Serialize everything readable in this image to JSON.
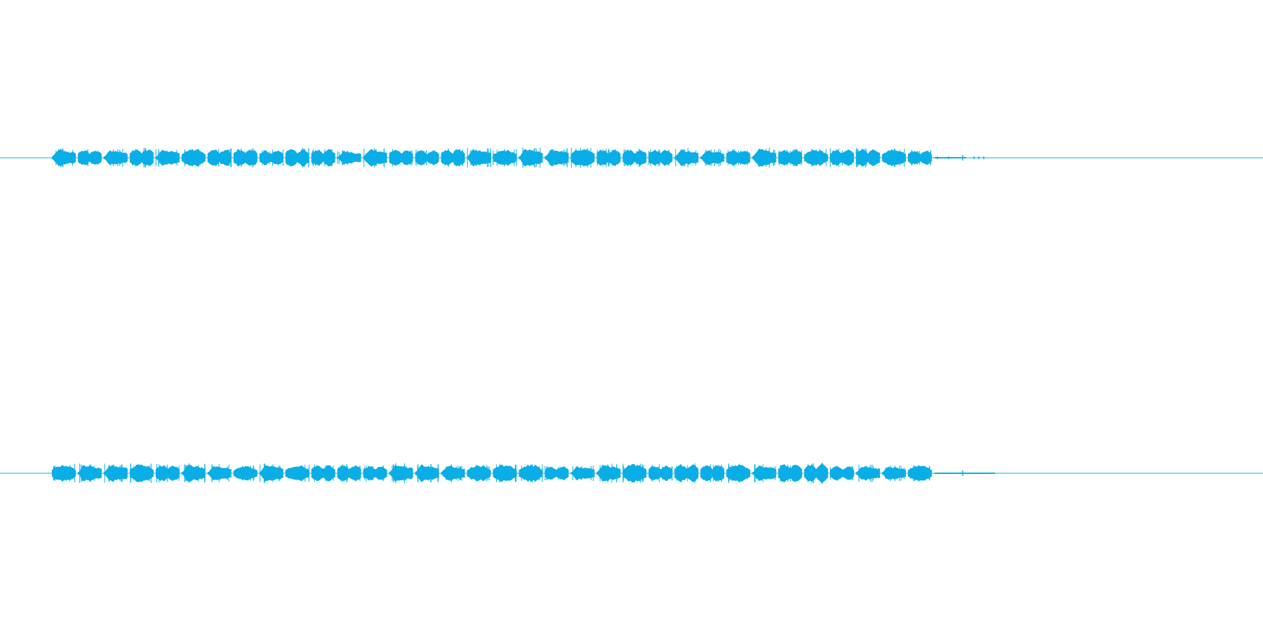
{
  "waveform": {
    "color": "#0aaee6",
    "background": "#ffffff",
    "channel_count": 2,
    "channels": [
      {
        "id": "channel-1",
        "burst_count": 34,
        "tail_style": "sparse-ticks"
      },
      {
        "id": "channel-2",
        "burst_count": 34,
        "tail_style": "thin-line"
      }
    ]
  }
}
